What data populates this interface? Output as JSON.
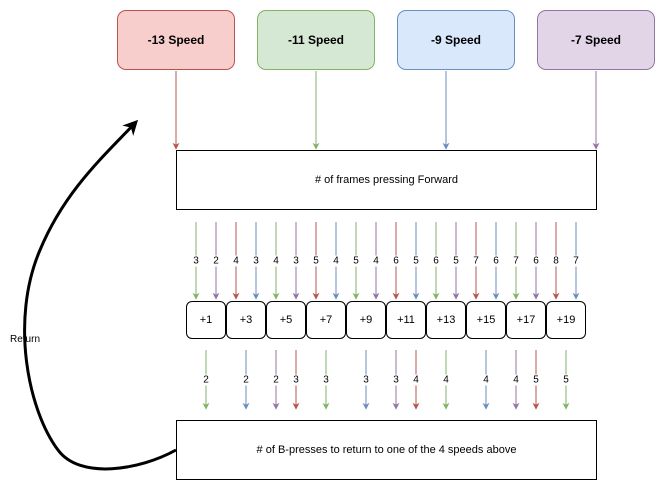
{
  "colors": {
    "red": "#b85450",
    "green": "#82b366",
    "blue": "#6c8ebf",
    "purple": "#9673a6",
    "red_fill": "#f8cecc",
    "green_fill": "#d5e8d4",
    "blue_fill": "#dae8fc",
    "purple_fill": "#e1d5e7"
  },
  "speeds": [
    {
      "label": "-13 Speed",
      "color": "red"
    },
    {
      "label": "-11 Speed",
      "color": "green"
    },
    {
      "label": "-9 Speed",
      "color": "blue"
    },
    {
      "label": "-7 Speed",
      "color": "purple"
    }
  ],
  "frames_box": {
    "label": "# of frames pressing Forward"
  },
  "values": [
    "+1",
    "+3",
    "+5",
    "+7",
    "+9",
    "+11",
    "+13",
    "+15",
    "+17",
    "+19"
  ],
  "frame_arrows": [
    {
      "label": "3",
      "color": "green"
    },
    {
      "label": "2",
      "color": "purple"
    },
    {
      "label": "4",
      "color": "red"
    },
    {
      "label": "3",
      "color": "blue"
    },
    {
      "label": "4",
      "color": "green"
    },
    {
      "label": "3",
      "color": "purple"
    },
    {
      "label": "5",
      "color": "red"
    },
    {
      "label": "4",
      "color": "blue"
    },
    {
      "label": "5",
      "color": "green"
    },
    {
      "label": "4",
      "color": "purple"
    },
    {
      "label": "6",
      "color": "red"
    },
    {
      "label": "5",
      "color": "blue"
    },
    {
      "label": "6",
      "color": "green"
    },
    {
      "label": "5",
      "color": "purple"
    },
    {
      "label": "7",
      "color": "red"
    },
    {
      "label": "6",
      "color": "blue"
    },
    {
      "label": "7",
      "color": "green"
    },
    {
      "label": "6",
      "color": "purple"
    },
    {
      "label": "8",
      "color": "red"
    },
    {
      "label": "7",
      "color": "blue"
    }
  ],
  "bpress_arrows": [
    {
      "label": "2",
      "color": "green"
    },
    {
      "label": "2",
      "color": "blue"
    },
    {
      "label": "2",
      "color": "purple"
    },
    {
      "label": "3",
      "color": "red"
    },
    {
      "label": "3",
      "color": "green"
    },
    {
      "label": "3",
      "color": "blue"
    },
    {
      "label": "3",
      "color": "purple"
    },
    {
      "label": "4",
      "color": "red"
    },
    {
      "label": "4",
      "color": "green"
    },
    {
      "label": "4",
      "color": "blue"
    },
    {
      "label": "4",
      "color": "purple"
    },
    {
      "label": "5",
      "color": "red"
    },
    {
      "label": "5",
      "color": "green"
    }
  ],
  "bpress_box": {
    "label": "# of B-presses to return to one of the 4 speeds above"
  },
  "return_label": "Return"
}
